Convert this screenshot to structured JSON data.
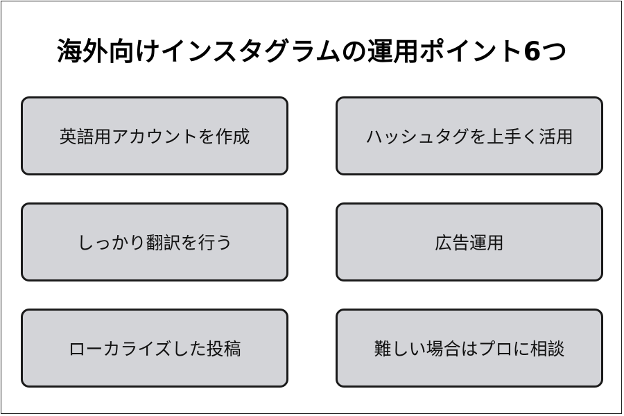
{
  "title": "海外向けインスタグラムの運用ポイント6つ",
  "colors": {
    "card_fill": "#d3d4d8",
    "card_border": "#1a1a1a",
    "text": "#111111",
    "background": "#ffffff"
  },
  "points": [
    {
      "label": "英語用アカウントを作成"
    },
    {
      "label": "ハッシュタグを上手く活用"
    },
    {
      "label": "しっかり翻訳を行う"
    },
    {
      "label": "広告運用"
    },
    {
      "label": "ローカライズした投稿"
    },
    {
      "label": "難しい場合はプロに相談"
    }
  ]
}
